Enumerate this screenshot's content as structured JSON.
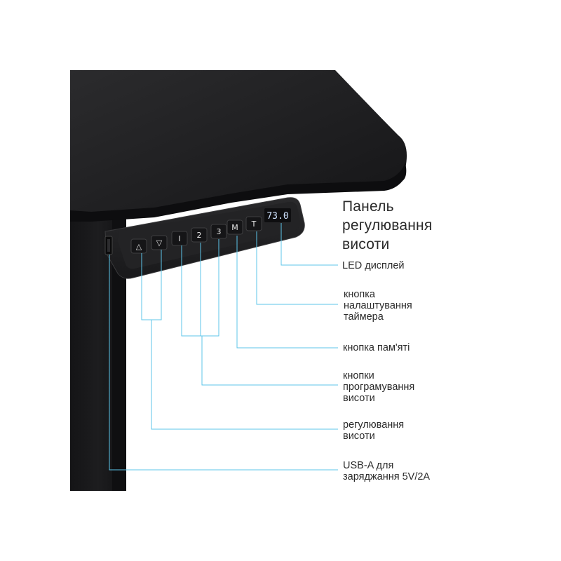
{
  "panel_title": "Панель\nрегулювання\nвисоти",
  "display_value": "73.0",
  "buttons": {
    "up": "△",
    "down": "▽",
    "preset1": "I",
    "preset2": "2",
    "preset3": "3",
    "memory": "M",
    "timer": "T"
  },
  "callouts": {
    "led_display": "LED дисплей",
    "timer_button": "кнопка\nналаштування\nтаймера",
    "memory_button": "кнопка пам'яті",
    "height_programming": "кнопки\nпрограмування\nвисоти",
    "height_adjustment": "регулювання\nвисоти",
    "usb_port": "USB-A для\nзаряджання 5V/2A"
  },
  "colors": {
    "desk": "#1c1c1e",
    "line": "#5cc6ea",
    "text": "#2a2a2a"
  }
}
